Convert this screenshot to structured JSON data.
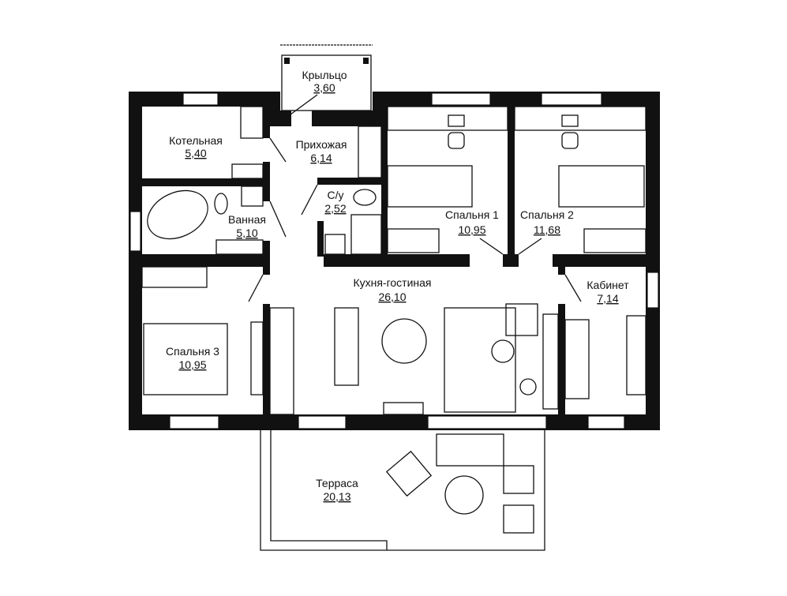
{
  "rooms": {
    "porch": {
      "name": "Крыльцо",
      "area": "3,60"
    },
    "boiler": {
      "name": "Котельная",
      "area": "5,40"
    },
    "hall": {
      "name": "Прихожая",
      "area": "6,14"
    },
    "wc": {
      "name": "С/у",
      "area": "2,52"
    },
    "bath": {
      "name": "Ванная",
      "area": "5,10"
    },
    "bedroom1": {
      "name": "Спальня 1",
      "area": "10,95"
    },
    "bedroom2": {
      "name": "Спальня 2",
      "area": "11,68"
    },
    "kitchen": {
      "name": "Кухня-гостиная",
      "area": "26,10"
    },
    "study": {
      "name": "Кабинет",
      "area": "7,14"
    },
    "bedroom3": {
      "name": "Спальня 3",
      "area": "10,95"
    },
    "terrace": {
      "name": "Терраса",
      "area": "20,13"
    }
  }
}
